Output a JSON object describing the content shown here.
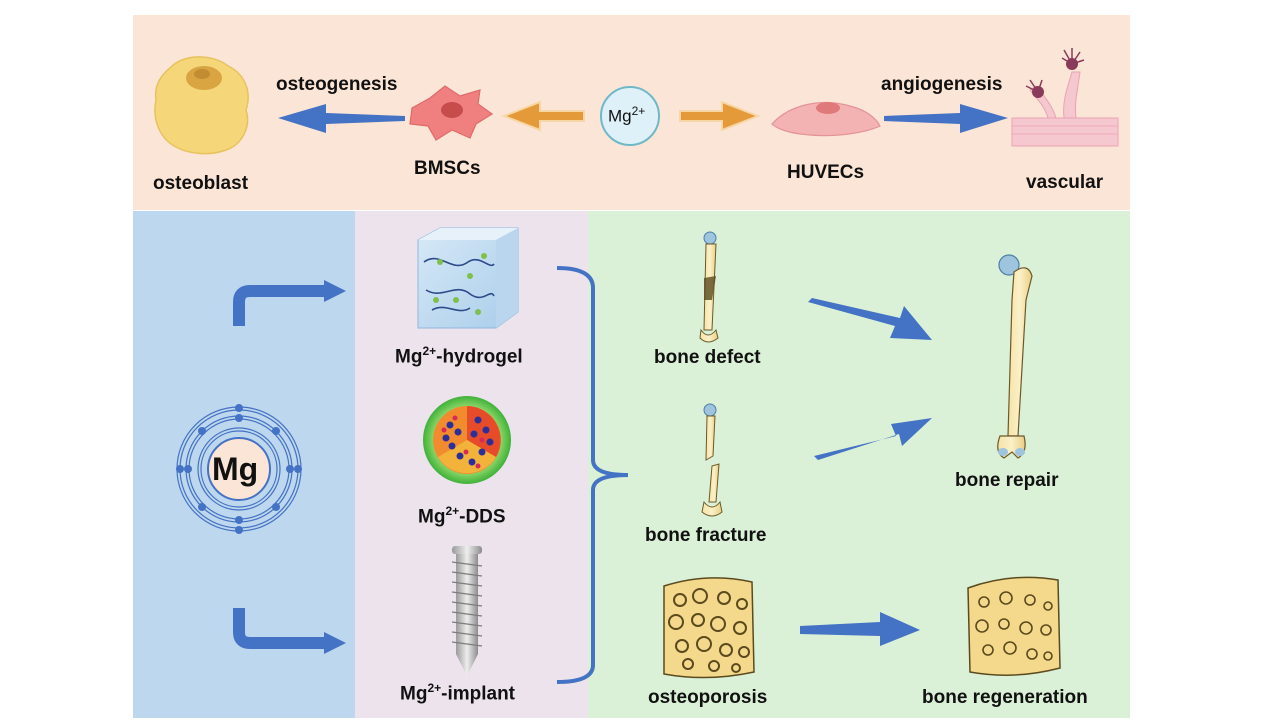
{
  "top": {
    "osteoblast": "osteoblast",
    "osteogenesis": "osteogenesis",
    "bmscs": "BMSCs",
    "ion": "Mg",
    "ion_charge": "2+",
    "huvecs": "HUVECs",
    "angiogenesis": "angiogenesis",
    "vascular": "vascular"
  },
  "left": {
    "element": "Mg"
  },
  "middle": {
    "hydrogel_prefix": "Mg",
    "hydrogel_charge": "2+",
    "hydrogel_suffix": "-hydrogel",
    "dds_prefix": "Mg",
    "dds_charge": "2+",
    "dds_suffix": "-DDS",
    "implant_prefix": "Mg",
    "implant_charge": "2+",
    "implant_suffix": "-implant"
  },
  "right": {
    "bone_defect": "bone defect",
    "bone_fracture": "bone fracture",
    "bone_repair": "bone repair",
    "osteoporosis": "osteoporosis",
    "bone_regeneration": "bone regeneration"
  },
  "colors": {
    "arrow_blue": "#4472c4",
    "arrow_orange": "#e59a3a",
    "top_bg": "#fbe5d6",
    "left_bg": "#bdd7ee",
    "mid_bg": "#ede3ed",
    "right_bg": "#daf1d7"
  }
}
